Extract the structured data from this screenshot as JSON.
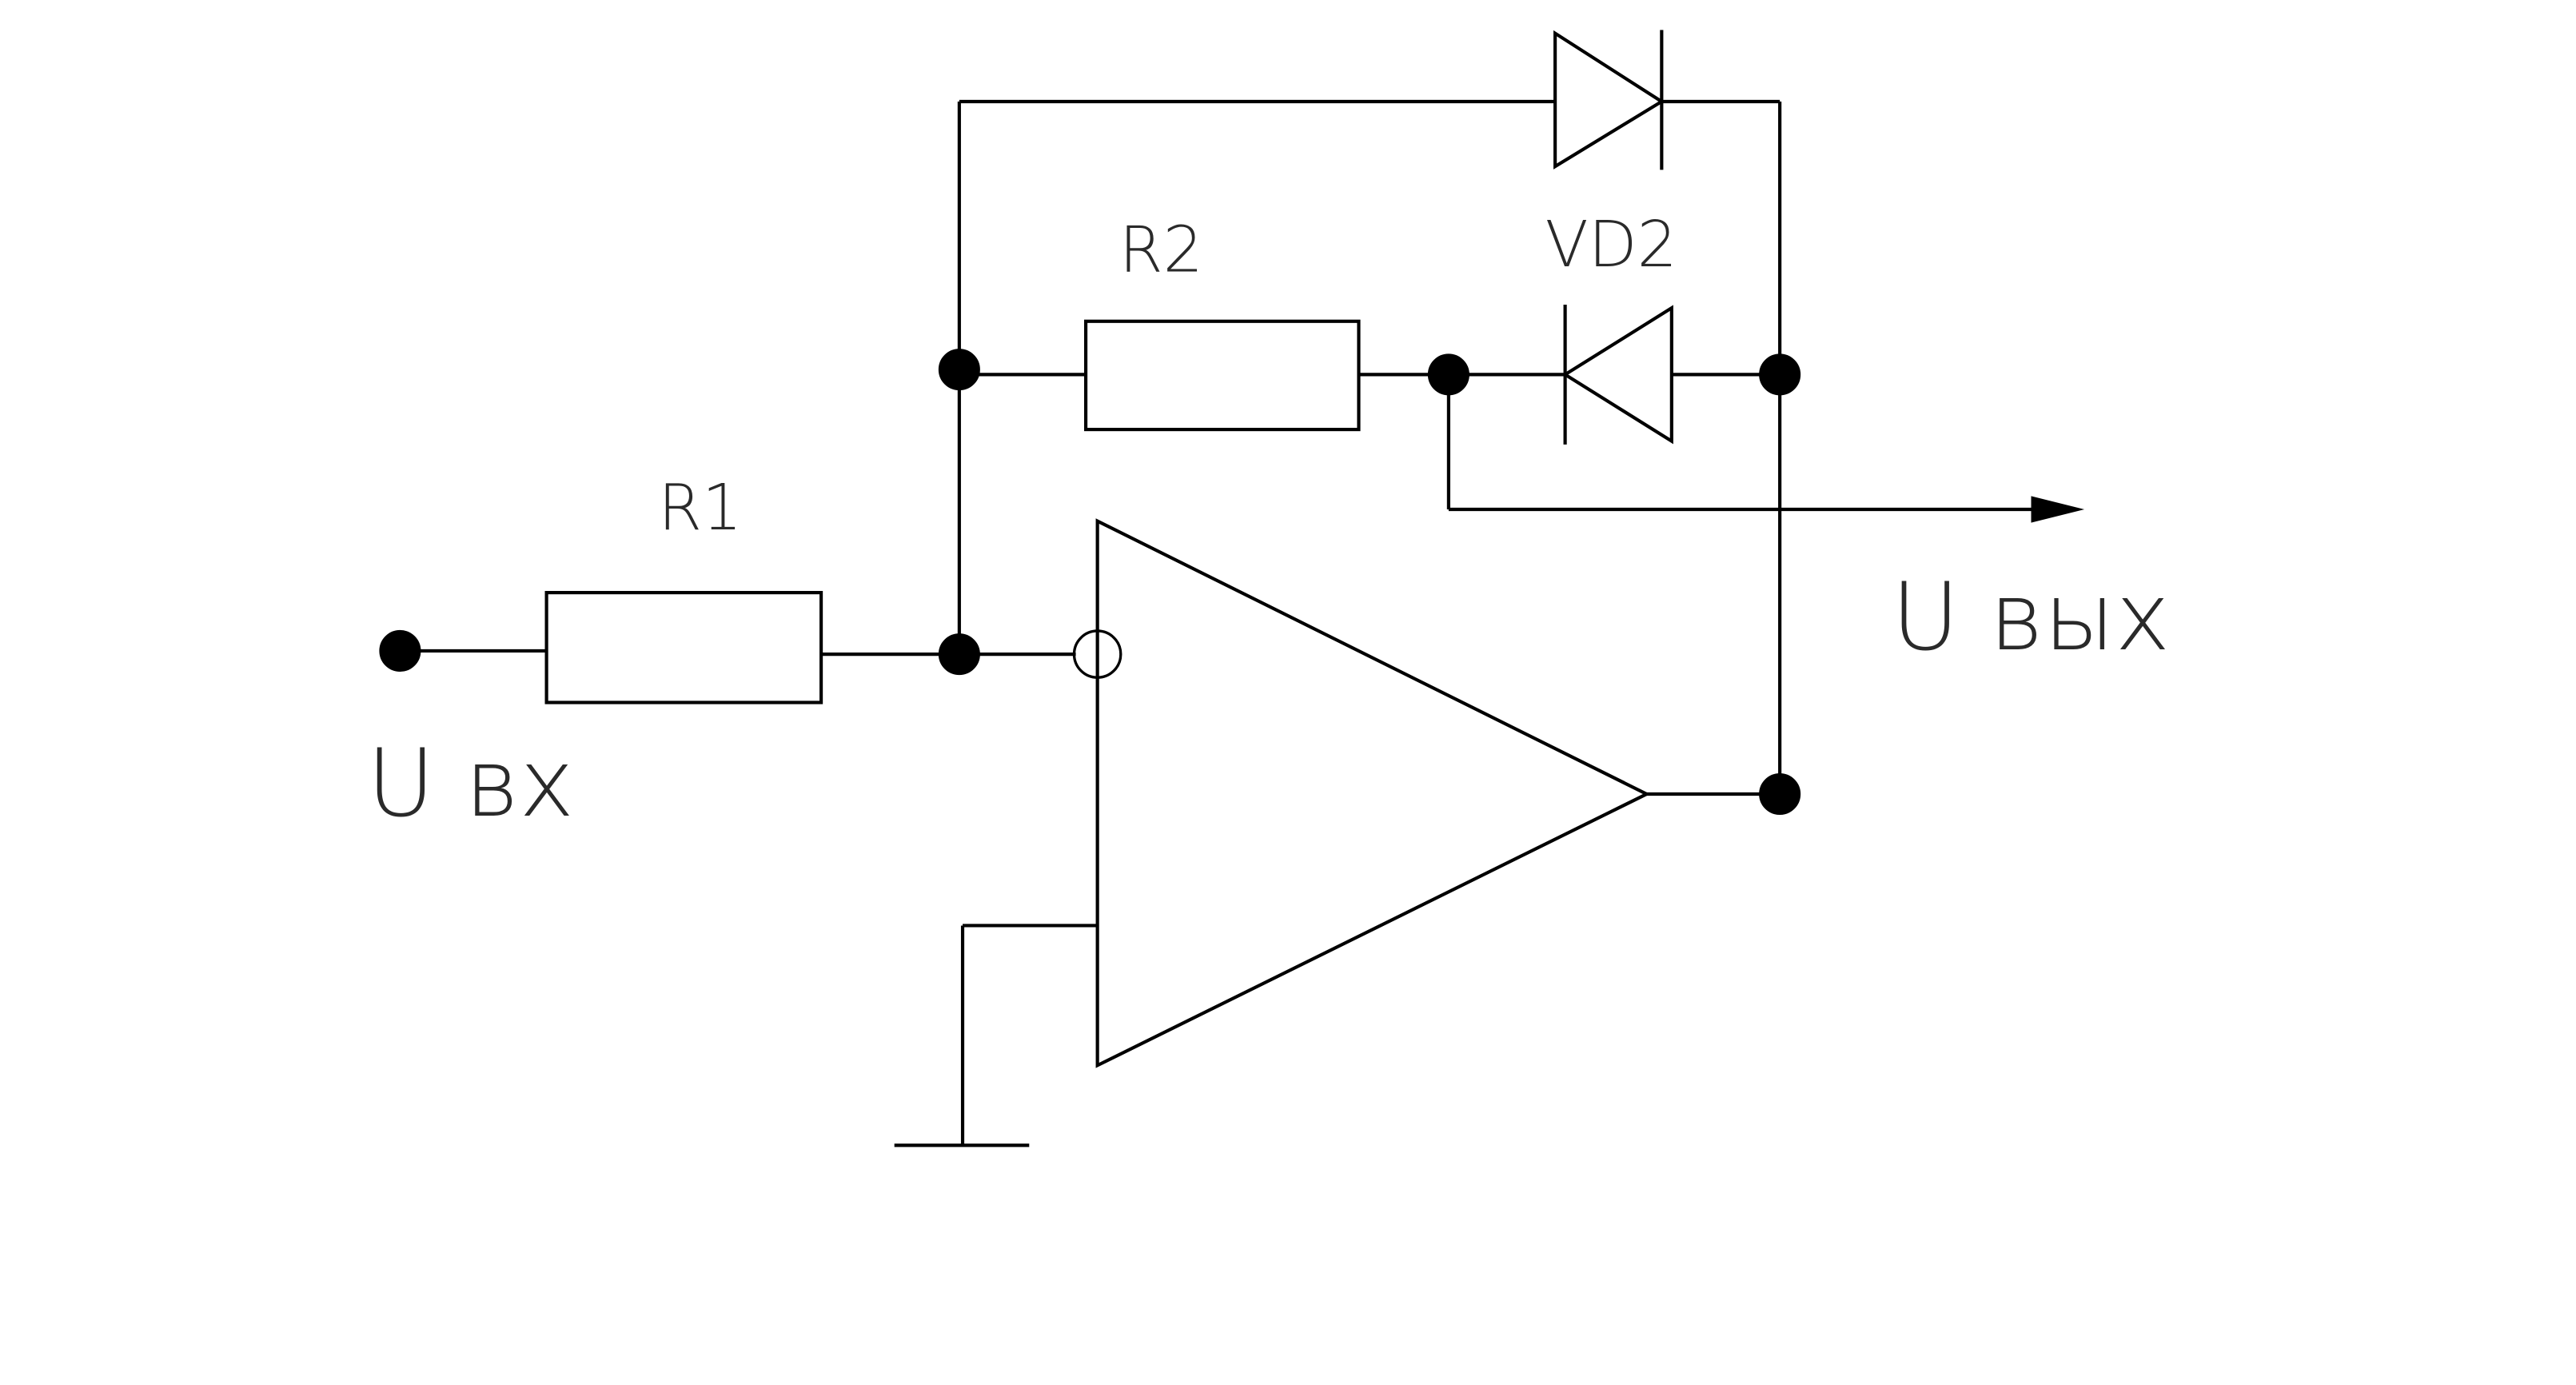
{
  "labels": {
    "r1": "R1",
    "r2": "R2",
    "vd2": "VD2",
    "u_in": "U вх",
    "u_out": "U вых"
  },
  "colors": {
    "line": "#000000",
    "text": "#2a2a2a",
    "background": "#ffffff"
  },
  "icons": {
    "diode": "diode-icon",
    "opamp": "opamp-triangle-icon",
    "ground": "ground-icon",
    "arrow": "output-arrow-icon"
  }
}
